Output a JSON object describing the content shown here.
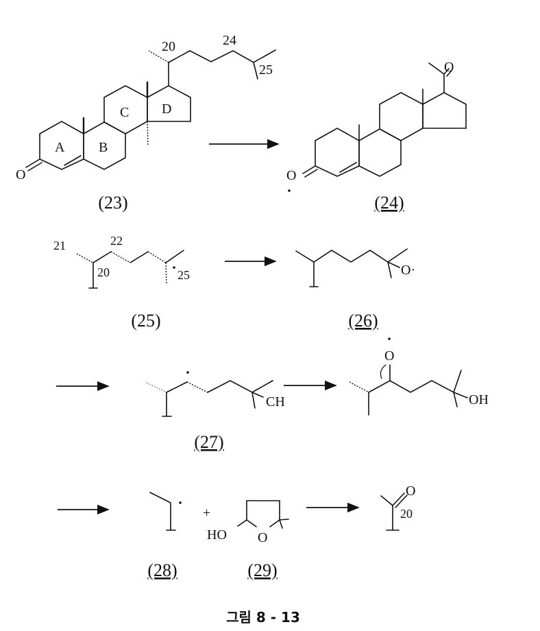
{
  "compound23": {
    "id": "(23)",
    "labels": {
      "c20": "20",
      "c24": "24",
      "c25": "25",
      "ringA": "A",
      "ringB": "B",
      "ringC": "C",
      "ringD": "D",
      "oxygen": "O"
    }
  },
  "compound24": {
    "id": "(24)",
    "oxygen": "O",
    "ketone_oxygen": "O"
  },
  "compound25": {
    "id": "(25)",
    "labels": {
      "c21": "21",
      "c22": "22",
      "c20": "20",
      "c25": "25"
    }
  },
  "compound26": {
    "id": "(26)",
    "oxy_radical": "O·"
  },
  "compound27": {
    "id": "(27)",
    "group": "CH"
  },
  "intermediate": {
    "oxygen": "O",
    "hydroxyl": "OH"
  },
  "compound28": {
    "id": "(28)"
  },
  "plus": "+",
  "compound29": {
    "id": "(29)",
    "hydroxyl": "HO",
    "ring_oxygen": "O"
  },
  "product": {
    "oxygen": "O",
    "c20": "20"
  },
  "caption": "그림 8 - 13"
}
